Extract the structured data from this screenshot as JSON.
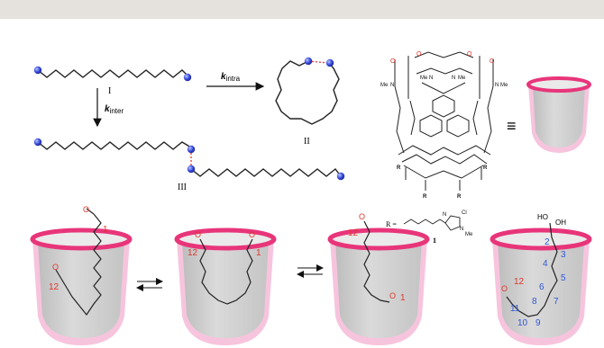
{
  "reaction": {
    "label_I": "I",
    "label_II": "II",
    "label_III": "III",
    "k_intra": "k",
    "k_intra_sub": "intra",
    "k_inter": "k",
    "k_inter_sub": "inter"
  },
  "host": {
    "label_R": "R =",
    "compound_number": "1",
    "cl_label": "Cl",
    "me_label": "Me",
    "n_label": "N",
    "o_label": "O"
  },
  "equivalence_symbol": "≡",
  "cavitands": [
    {
      "left_label": "12",
      "right_label": "1"
    },
    {
      "left_label": "12",
      "right_label": "1"
    },
    {
      "left_label": "12",
      "right_label": "1"
    },
    {
      "oh_label": "OH",
      "ho_label": "HO",
      "red_label": "12",
      "blue_labels": [
        "2",
        "3",
        "4",
        "5",
        "6",
        "7",
        "8",
        "9",
        "10",
        "11"
      ]
    }
  ],
  "colors": {
    "rim": "#e8357a",
    "cup": "#d4d4d4",
    "pink": "#f7c4dd",
    "blue": "#2f3fd0",
    "red": "#e0362b"
  }
}
